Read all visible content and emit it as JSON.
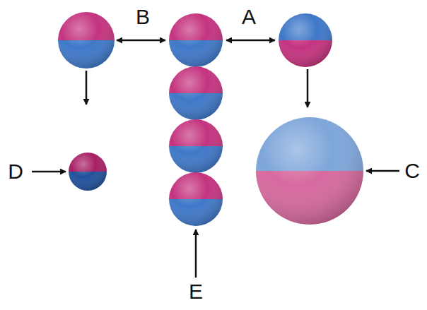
{
  "diagram": {
    "labels": [
      "B",
      "A",
      "D",
      "C",
      "E"
    ]
  }
}
